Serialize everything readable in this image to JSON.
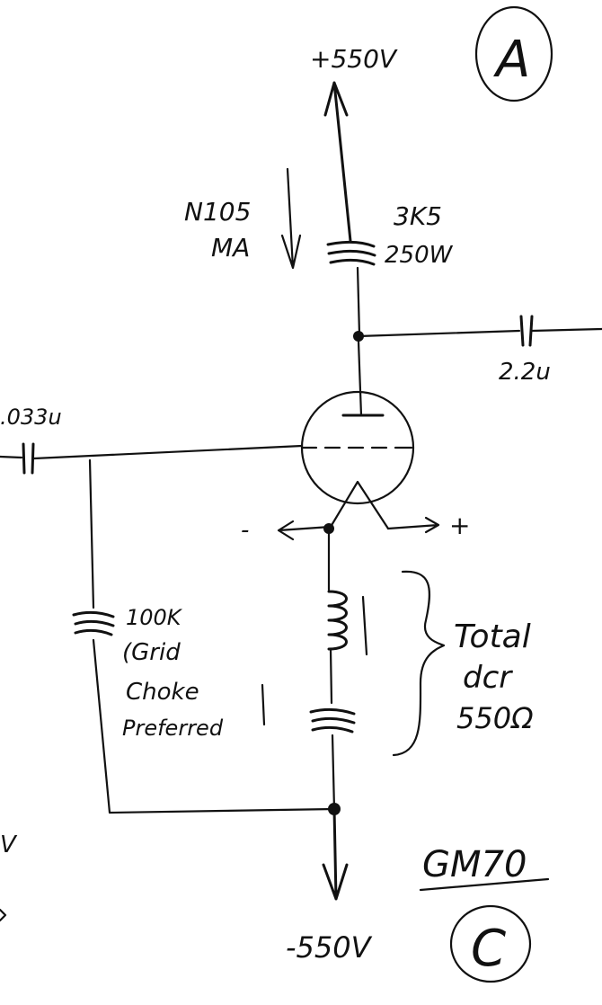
{
  "labels": {
    "supply_positive": "+550V",
    "supply_negative": "-550V",
    "marker_a": "A",
    "marker_c": "C",
    "current_line1": "N105",
    "current_line2": "MA",
    "plate_resistor_line1": "3K5",
    "plate_resistor_line2": "250W",
    "output_cap": "2.2u",
    "input_cap": ".033u",
    "grid_resistor_line1": "100K",
    "grid_resistor_line2": "(Grid",
    "grid_resistor_line3": "Choke",
    "grid_resistor_line4": "Preferred",
    "filament_minus": "-",
    "filament_plus": "+",
    "total_line1": "Total",
    "total_line2": "dcr",
    "total_line3": "550Ω",
    "tube_type": "GM70",
    "left_edge_mark": "V"
  },
  "colors": {
    "ink": "#111111",
    "paper": "#ffffff"
  }
}
